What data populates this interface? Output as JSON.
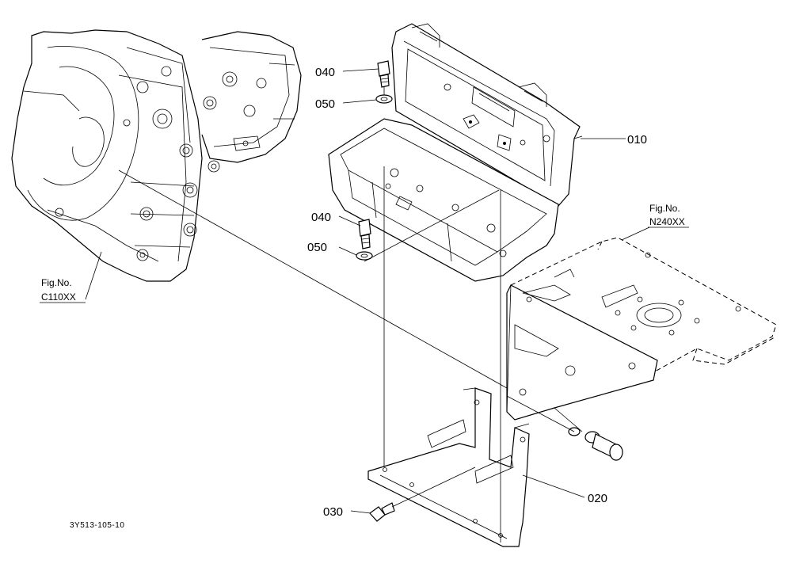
{
  "callouts": {
    "p010": "010",
    "p020": "020",
    "p030": "030",
    "p040_top": "040",
    "p050_top": "050",
    "p040_mid": "040",
    "p050_mid": "050"
  },
  "fig_refs": {
    "engine": {
      "label": "Fig.No.",
      "number": "C110XX"
    },
    "bracket": {
      "label": "Fig.No.",
      "number": "N240XX"
    }
  },
  "drawing_code": "3Y513-105-10"
}
